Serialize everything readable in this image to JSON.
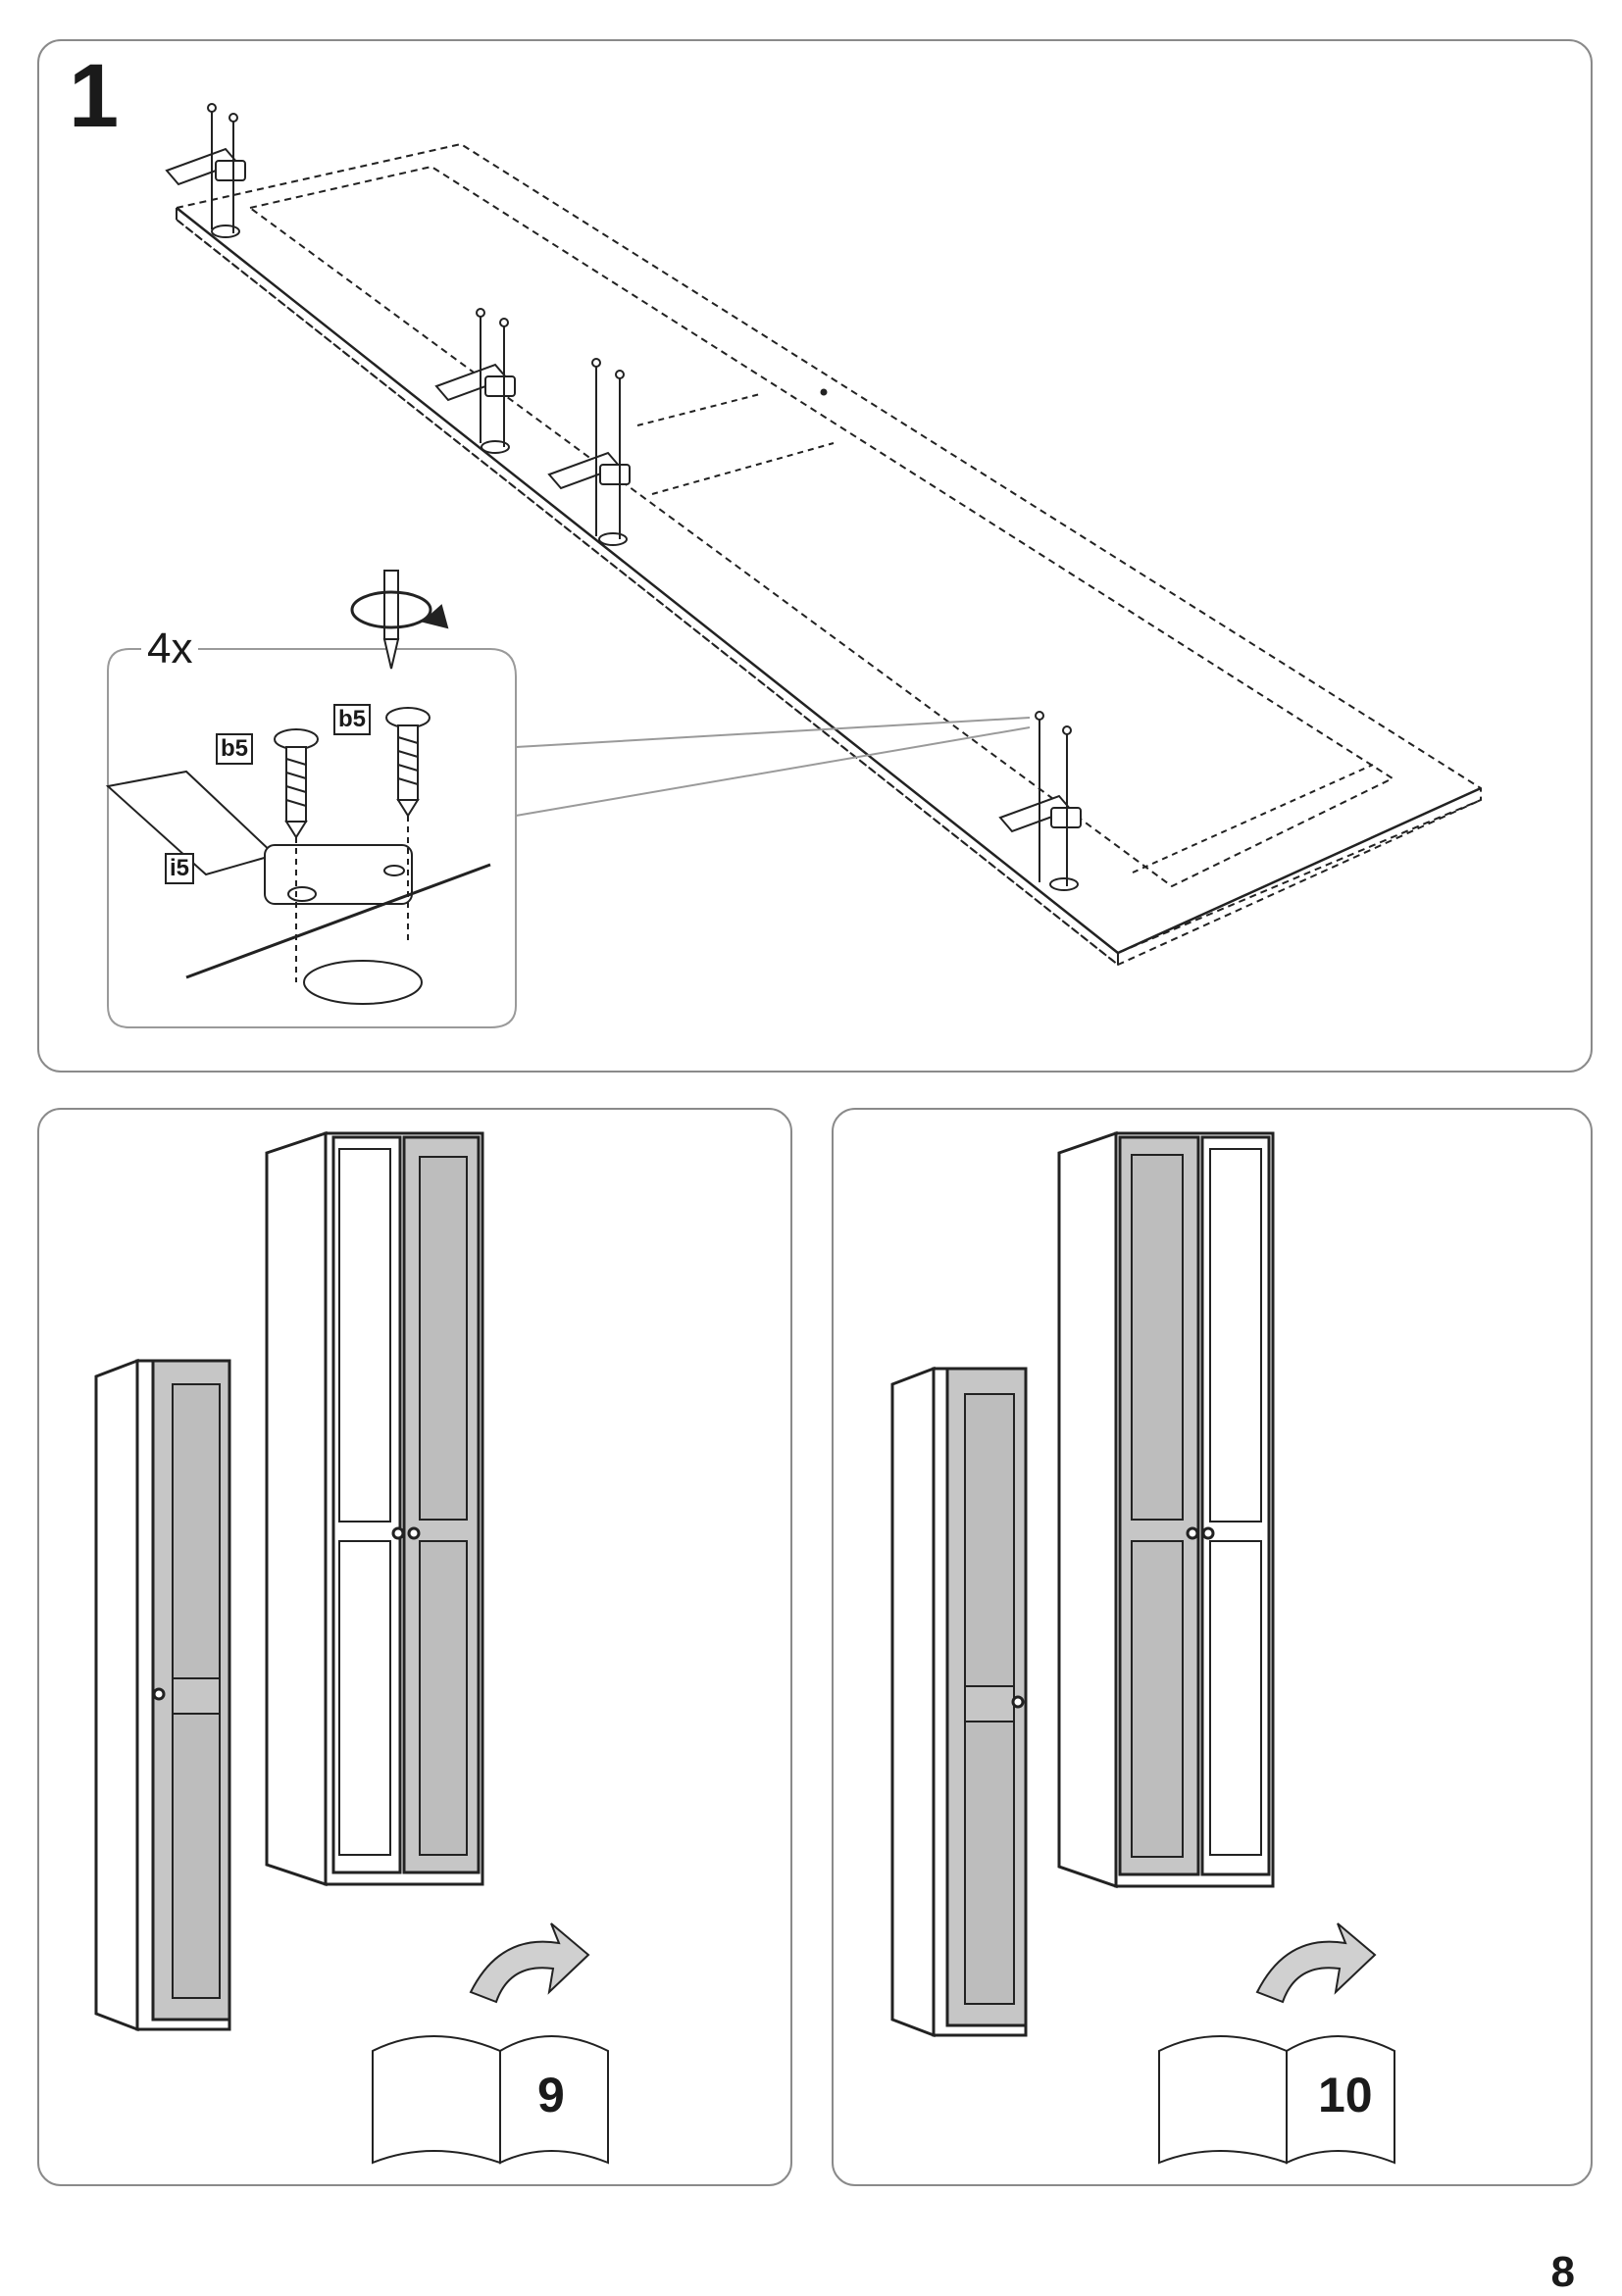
{
  "step": {
    "number": "1",
    "detail": {
      "quantity": "4x",
      "screw_label_left": "b5",
      "screw_label_right": "b5",
      "hinge_label": "i5"
    }
  },
  "option_left": {
    "page_reference": "9"
  },
  "option_right": {
    "page_reference": "10"
  },
  "page_number": "8"
}
